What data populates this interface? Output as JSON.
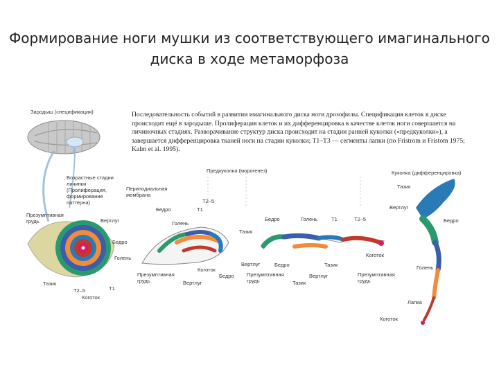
{
  "title": "Формирование ноги мушки из соответствующего имагинального диска в ходе метаморфоза",
  "caption": "Последовательность событий в развитии имагинального диска ноги дрозофилы. Спецификация клеток в диске происходит ещё в зародыше. Пролиферация клеток и их дифференцировка в качестве клеток ноги совершается на личиночных стадиях. Разворачивание структур диска происходит на стадии ранней куколки («предкуколки»), а завершается дифференцировка тканей ноги на стадии куколки; T1–T3 — сегменты лапки (по Fristrom и Fristom 1975; Kalm et al. 1995).",
  "labels": {
    "embryo": "Зародыш (спецификация)",
    "larva": "Возрастные стадии личинки (Пролиферация, формирование паттерна)",
    "prepupa": "Предкуколка (морогенез)",
    "pupa": "Куколка (дифференцировка)",
    "peripodial": "Периподиальная мембрана",
    "prothorax": "Презумптивная грудь",
    "coxa": "Вертлуг",
    "femur": "Бедро",
    "tibia": "Голень",
    "basitarsus": "Тазик",
    "t25": "T2–5",
    "t1": "T1",
    "claw": "Коготок",
    "apex": "Лапка"
  },
  "colors": {
    "coxa": "#2a7ab8",
    "trochanter": "#2a9a6e",
    "femur": "#3c5ea8",
    "tibia": "#f08c3c",
    "tarsus": "#c0392b",
    "claw": "#d81b60",
    "embryo": "#c8c8c8"
  }
}
